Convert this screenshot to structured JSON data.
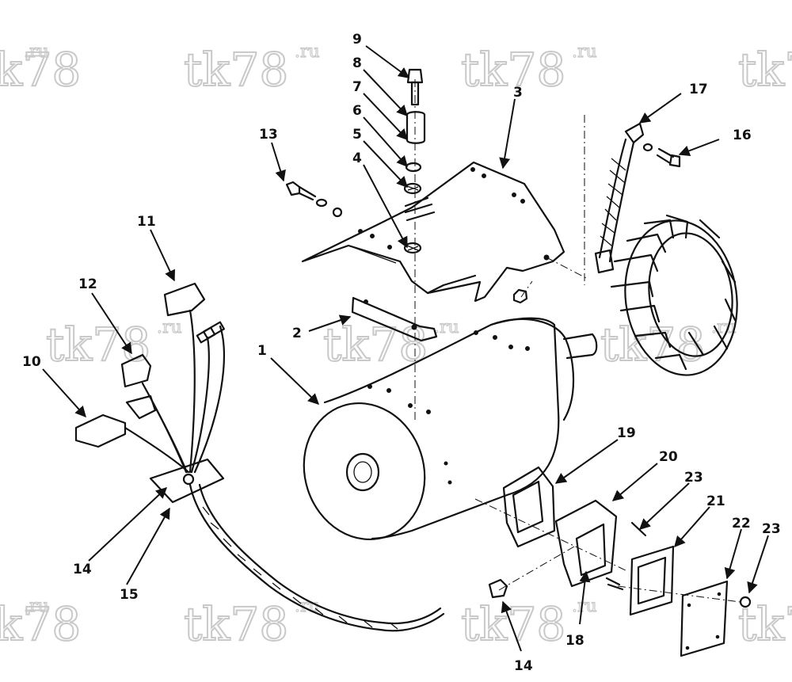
{
  "watermark": {
    "text": "tk78",
    "suffix": ".ru"
  },
  "callouts": {
    "c1": "1",
    "c2": "2",
    "c3": "3",
    "c4": "4",
    "c5": "5",
    "c6": "6",
    "c7": "7",
    "c8": "8",
    "c9": "9",
    "c10": "10",
    "c11": "11",
    "c12": "12",
    "c13": "13",
    "c14a": "14",
    "c14b": "14",
    "c15": "15",
    "c16": "16",
    "c17": "17",
    "c18": "18",
    "c19": "19",
    "c20": "20",
    "c21": "21",
    "c22": "22",
    "c23a": "23",
    "c23b": "23"
  }
}
